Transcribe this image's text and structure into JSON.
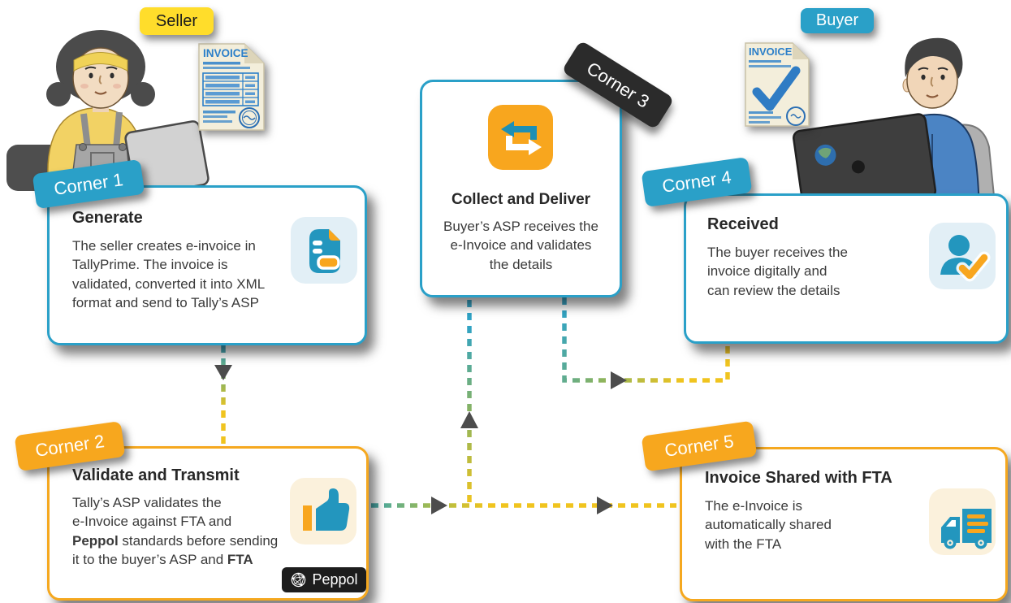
{
  "actors": {
    "seller_label": "Seller",
    "buyer_label": "Buyer"
  },
  "invoice_doc_label": "INVOICE",
  "peppol_label": "Peppol",
  "cards": {
    "corner1": {
      "badge": "Corner 1",
      "title": "Generate",
      "body_lines": [
        "The seller creates e-invoice in",
        "TallyPrime. The invoice is",
        "validated, converted it into XML",
        "format and send to Tally’s ASP"
      ],
      "icon": "document-icon"
    },
    "corner2": {
      "badge": "Corner 2",
      "title": "Validate and Transmit",
      "body_lines": [
        [
          {
            "text": "Tally’s ASP validates the"
          }
        ],
        [
          {
            "text": "e-Invoice against FTA and"
          }
        ],
        [
          {
            "text": "Peppol",
            "bold": true
          },
          {
            "text": " standards before sending"
          }
        ],
        [
          {
            "text": "it to the buyer’s ASP and "
          },
          {
            "text": "FTA",
            "bold": true
          }
        ]
      ],
      "icon": "thumbs-up-icon"
    },
    "corner3": {
      "badge": "Corner 3",
      "title": "Collect and Deliver",
      "body_lines": [
        "Buyer’s ASP receives the",
        "e-Invoice and validates",
        "the details"
      ],
      "icon": "transfer-arrows-icon"
    },
    "corner4": {
      "badge": "Corner 4",
      "title": "Received",
      "body_lines": [
        "The buyer receives the",
        "invoice digitally and",
        "can review the details"
      ],
      "icon": "user-check-icon"
    },
    "corner5": {
      "badge": "Corner 5",
      "title": "Invoice Shared with FTA",
      "body_lines": [
        "The e-Invoice is",
        "automatically shared",
        "with the FTA"
      ],
      "icon": "delivery-truck-icon"
    }
  },
  "colors": {
    "teal": "#2aa0c8",
    "orange": "#f5a81f",
    "yellow_badge": "#ffdd2b",
    "dark_badge": "#2b2b2b",
    "dash_yellow": "#f0c41f",
    "dash_green": "#8cb45e",
    "dash_teal": "#2fa3c6",
    "arrow_gray": "#4c4c4c",
    "icon_teal": "#2396be",
    "icon_orange": "#f8a61e",
    "tile_blue": "#e2eff6",
    "tile_cream": "#fbf1dc"
  }
}
